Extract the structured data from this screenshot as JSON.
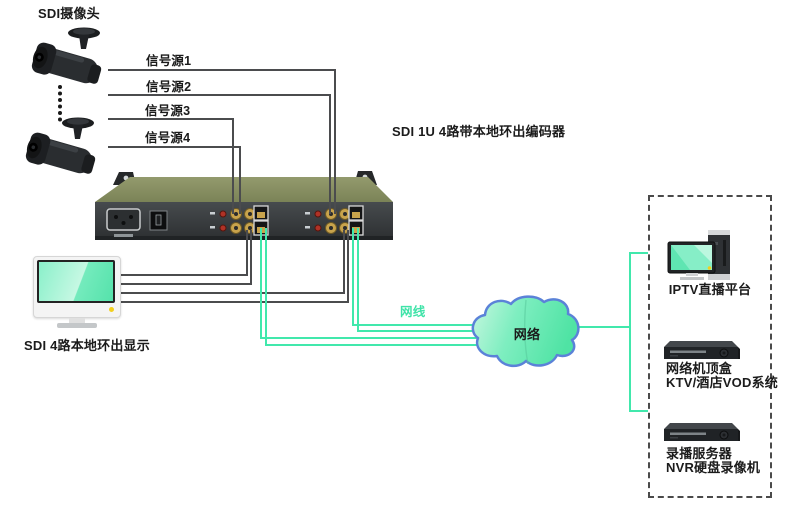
{
  "labels": {
    "camera_title": "SDI摄像头",
    "encoder_title": "SDI 1U 4路带本地环出编码器",
    "monitor_label": "SDI 4路本地环出显示"
  },
  "signal_sources": [
    "信号源1",
    "信号源2",
    "信号源3",
    "信号源4"
  ],
  "network": {
    "cable_label": "网线",
    "cloud_label": "网络"
  },
  "receivers": {
    "iptv": {
      "label": "IPTV直播平台"
    },
    "stb": {
      "line1": "网络机顶盒",
      "line2": "KTV/酒店VOD系统"
    },
    "nvr": {
      "line1": "录播服务器",
      "line2": "NVR硬盘录像机"
    }
  },
  "colors": {
    "signal_line": "#4b4c4e",
    "network_line": "#41e8ac",
    "cloud_border": "#5b82d8",
    "chassis_top": "#8a9166",
    "chassis_front": "#3a3d40",
    "screen_teal": "#6ee9bb",
    "accent_yellow": "#f2cf1d"
  }
}
